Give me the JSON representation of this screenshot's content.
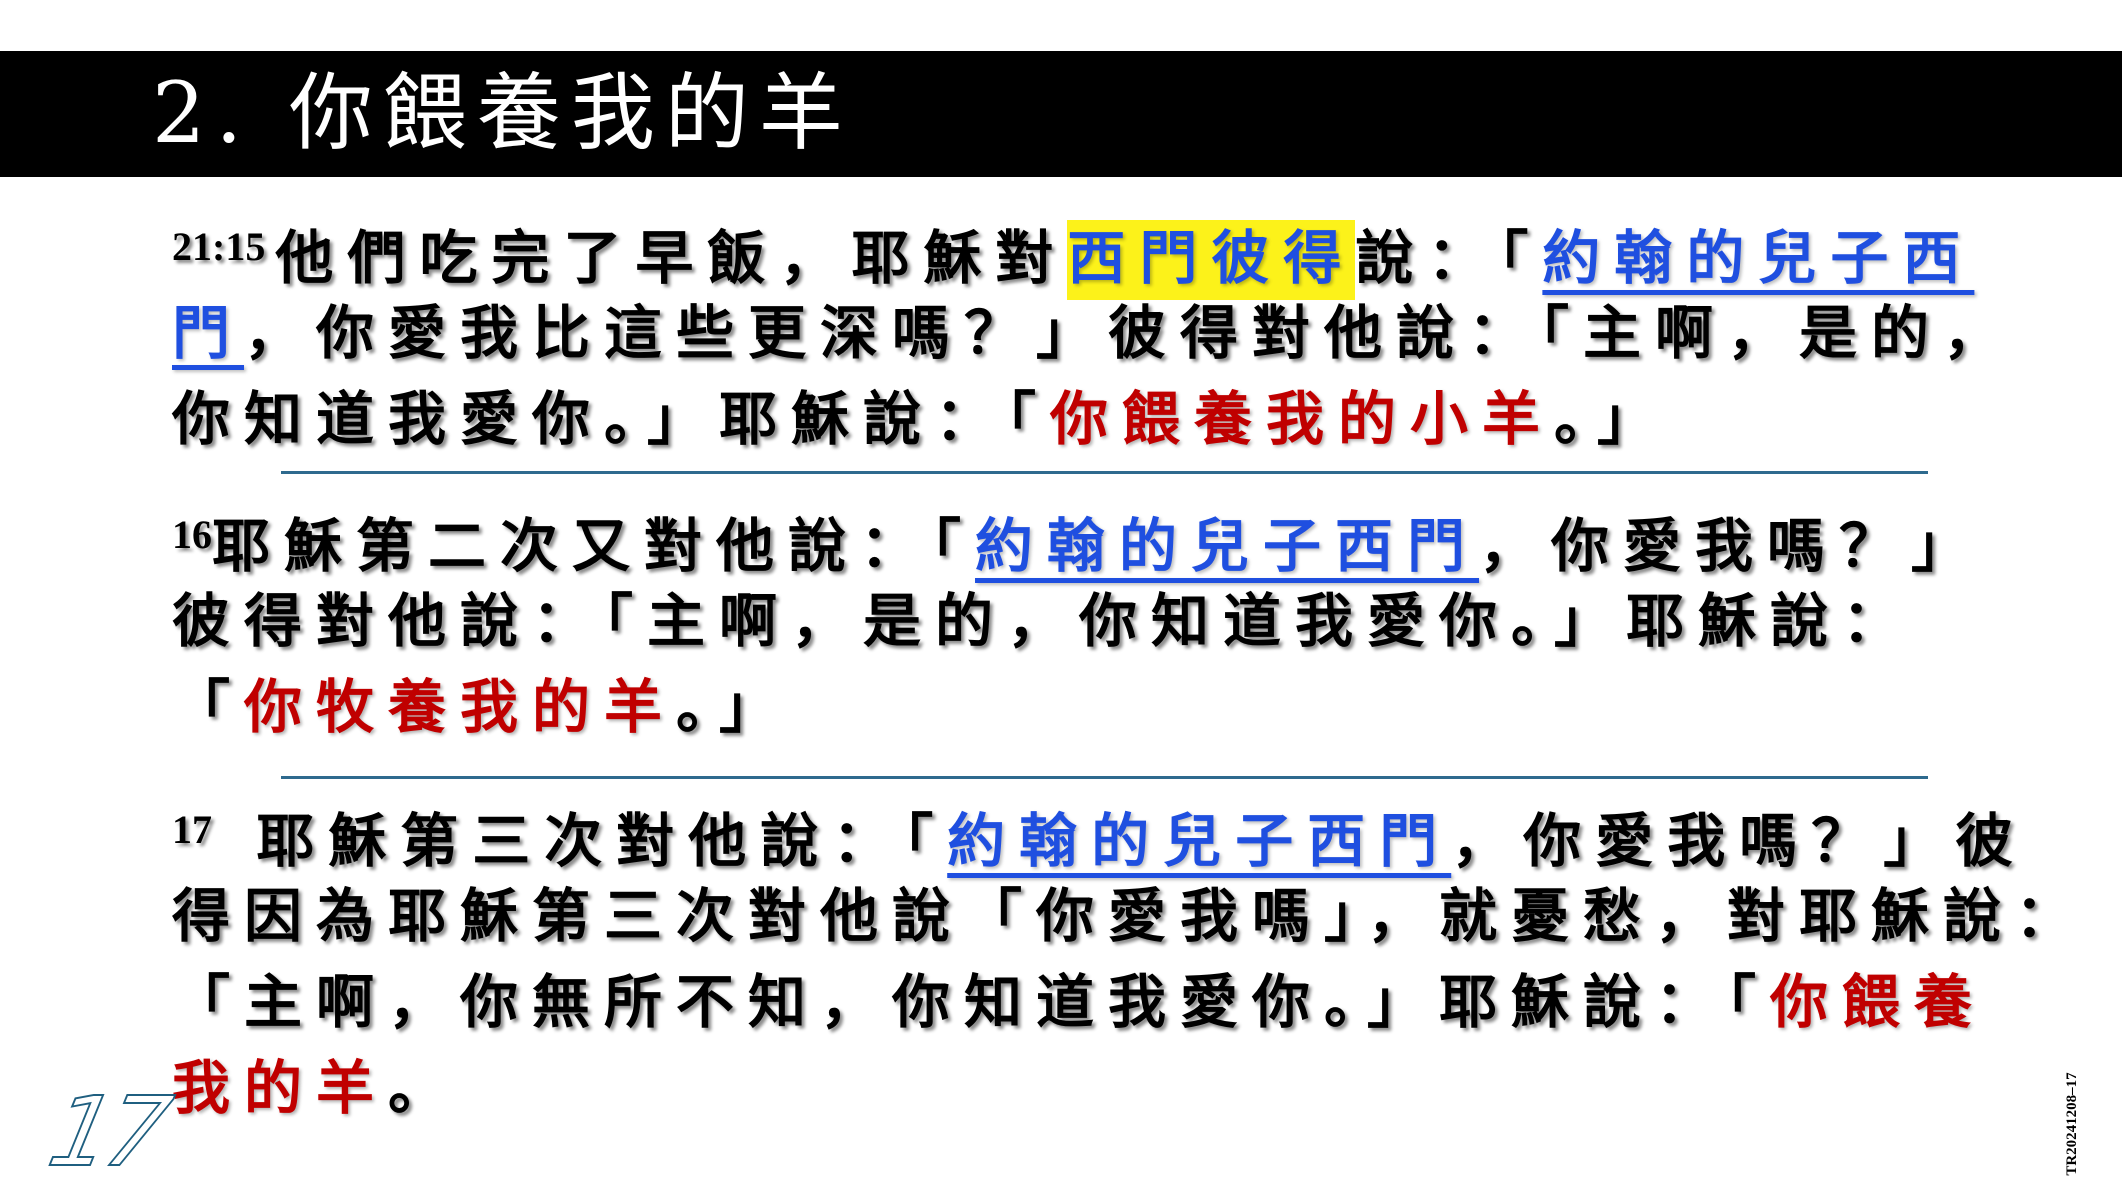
{
  "slide": {
    "title": "2. 你餵養我的羊",
    "page_number": "17",
    "side_code": "TR20241208–17"
  },
  "colors": {
    "title_bar": "#000000",
    "title_text": "#ffffff",
    "body_text": "#000000",
    "emphasis_blue": "#1f4fe0",
    "emphasis_red": "#c00000",
    "highlight": "#fcf21a",
    "divider": "#2e6a8e",
    "page_number_outline": "#1f5f80"
  },
  "verses": {
    "v15": {
      "number": "21:15",
      "line1_a": "他們吃完了早飯，耶穌對",
      "line1_hl": "西門彼得",
      "line1_b": "說：「",
      "line1_blue": "約翰的兒子西",
      "line2_blue": "門",
      "line2_a": "，你愛我比這些更深嗎？」彼得對他說：「主啊，是的，",
      "line3_a": "你知道我愛你。」耶穌說：「",
      "line3_red": "你餵養我的小羊",
      "line3_b": "。」"
    },
    "v16": {
      "number": "16",
      "line1_a": "耶穌第二次又對他說：「",
      "line1_blue": "約翰的兒子西門",
      "line1_b": "，你愛我嗎？」",
      "line2_a": "彼得對他說：「主啊，是的，你知道我愛你。」耶穌說：",
      "line3_a": "「",
      "line3_red": "你牧養我的羊",
      "line3_b": "。」"
    },
    "v17": {
      "number": "17",
      "line1_a": " 耶穌第三次對他說：「",
      "line1_blue": "約翰的兒子西門",
      "line1_b": "，你愛我嗎？」彼",
      "line2_a": "得因為耶穌第三次對他說「你愛我嗎」，就憂愁，對耶穌說：",
      "line3_a": "「主啊，你無所不知，你知道我愛你。」耶穌說：「",
      "line3_red": "你餵養",
      "line4_red": "我的羊",
      "line4_b": "。"
    }
  }
}
